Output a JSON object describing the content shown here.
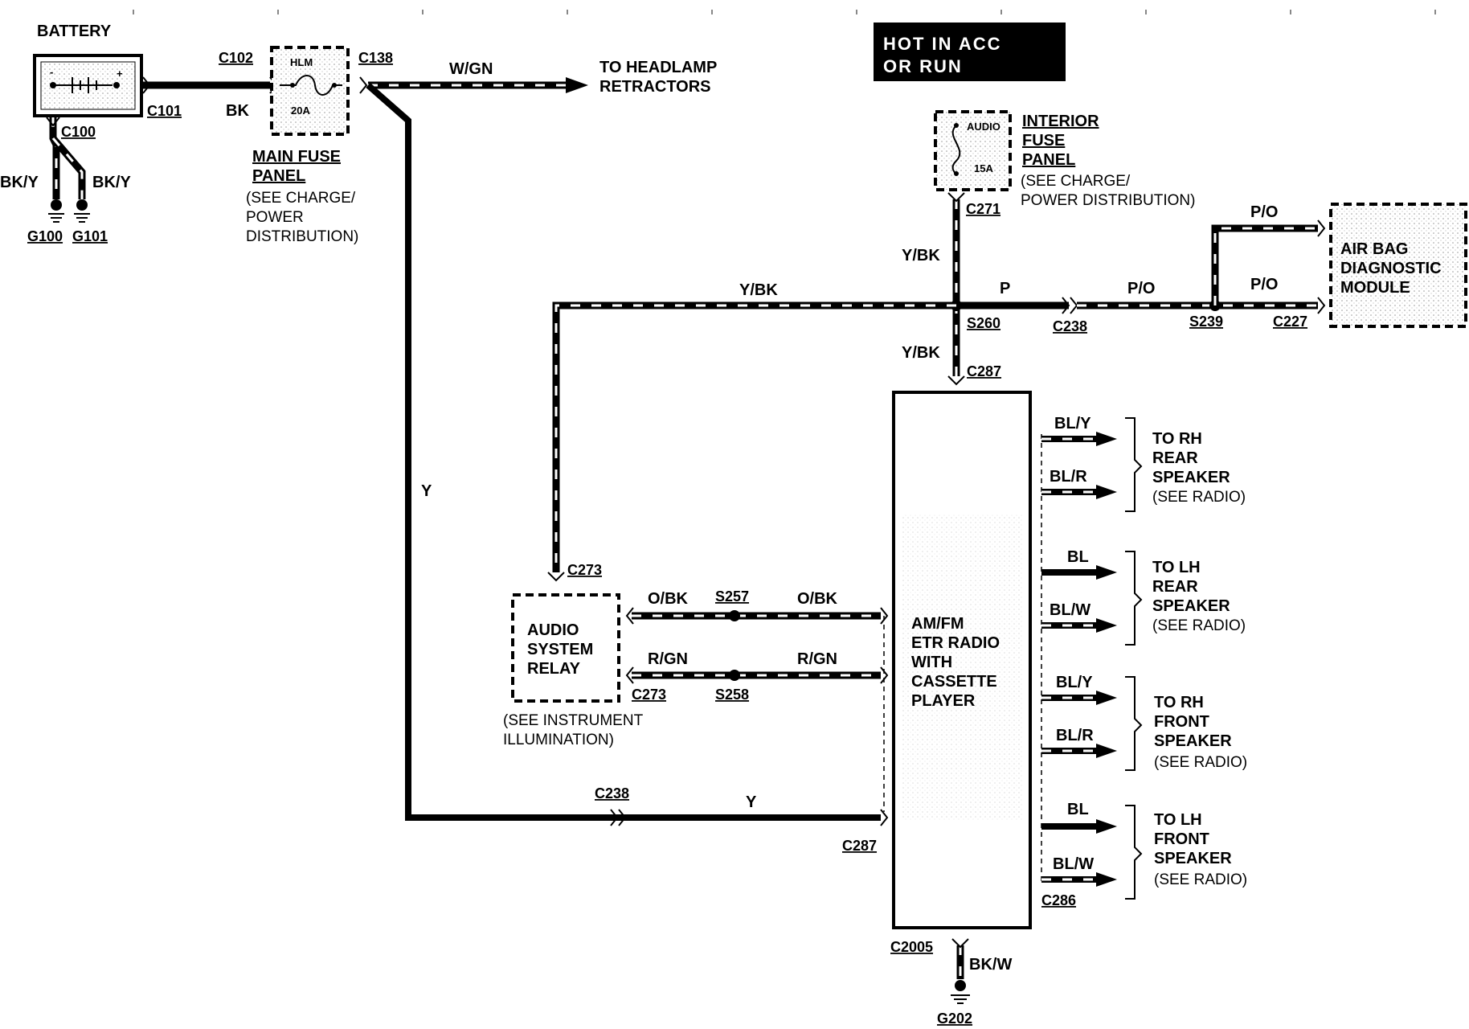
{
  "hot_banner": {
    "line1": "HOT IN ACC",
    "line2": "OR RUN"
  },
  "battery": {
    "title": "BATTERY",
    "minus": "-",
    "plus": "+"
  },
  "main_fuse": {
    "name": "HLM",
    "rating": "20A",
    "title1": "MAIN FUSE",
    "title2": "PANEL",
    "note1": "(SEE CHARGE/",
    "note2": "POWER",
    "note3": "DISTRIBUTION)"
  },
  "interior_fuse": {
    "name": "AUDIO",
    "rating": "15A",
    "title1": "INTERIOR",
    "title2": "FUSE",
    "title3": "PANEL",
    "note1": "(SEE CHARGE/",
    "note2": "POWER DISTRIBUTION)"
  },
  "headlamp": {
    "line1": "TO HEADLAMP",
    "line2": "RETRACTORS"
  },
  "airbag": {
    "line1": "AIR BAG",
    "line2": "DIAGNOSTIC",
    "line3": "MODULE"
  },
  "relay": {
    "line1": "AUDIO",
    "line2": "SYSTEM",
    "line3": "RELAY",
    "note1": "(SEE INSTRUMENT",
    "note2": "ILLUMINATION)"
  },
  "radio": {
    "line1": "AM/FM",
    "line2": "ETR RADIO",
    "line3": "WITH",
    "line4": "CASSETTE",
    "line5": "PLAYER"
  },
  "speakers": [
    {
      "l1": "TO RH",
      "l2": "REAR",
      "l3": "SPEAKER",
      "l4": "(SEE RADIO)",
      "wire1": "BL/Y",
      "wire2": "BL/R"
    },
    {
      "l1": "TO LH",
      "l2": "REAR",
      "l3": "SPEAKER",
      "l4": "(SEE RADIO)",
      "wire1": "BL",
      "wire2": "BL/W"
    },
    {
      "l1": "TO RH",
      "l2": "FRONT",
      "l3": "SPEAKER",
      "l4": "(SEE RADIO)",
      "wire1": "BL/Y",
      "wire2": "BL/R"
    },
    {
      "l1": "TO LH",
      "l2": "FRONT",
      "l3": "SPEAKER",
      "l4": "(SEE RADIO)",
      "wire1": "BL",
      "wire2": "BL/W"
    }
  ],
  "connectors": {
    "c100": "C100",
    "c101": "C101",
    "c102": "C102",
    "c138": "C138",
    "c271": "C271",
    "c273a": "C273",
    "c273b": "C273",
    "c238a": "C238",
    "c238b": "C238",
    "c227": "C227",
    "c287a": "C287",
    "c287b": "C287",
    "c286": "C286",
    "c2005": "C2005"
  },
  "splices": {
    "s260": "S260",
    "s239": "S239",
    "s257": "S257",
    "s258": "S258"
  },
  "grounds": {
    "g100": "G100",
    "g101": "G101",
    "g202": "G202"
  },
  "wires": {
    "bky_left": "BK/Y",
    "bky_right": "BK/Y",
    "bk": "BK",
    "wgn": "W/GN",
    "y_vertical": "Y",
    "ybk_top": "Y/BK",
    "ybk_horizontal": "Y/BK",
    "ybk_lower": "Y/BK",
    "p": "P",
    "po_mid": "P/O",
    "po_top": "P/O",
    "po_right": "P/O",
    "obk_left": "O/BK",
    "obk_right": "O/BK",
    "rgn_left": "R/GN",
    "rgn_right": "R/GN",
    "y_bottom": "Y",
    "bkw": "BK/W"
  }
}
